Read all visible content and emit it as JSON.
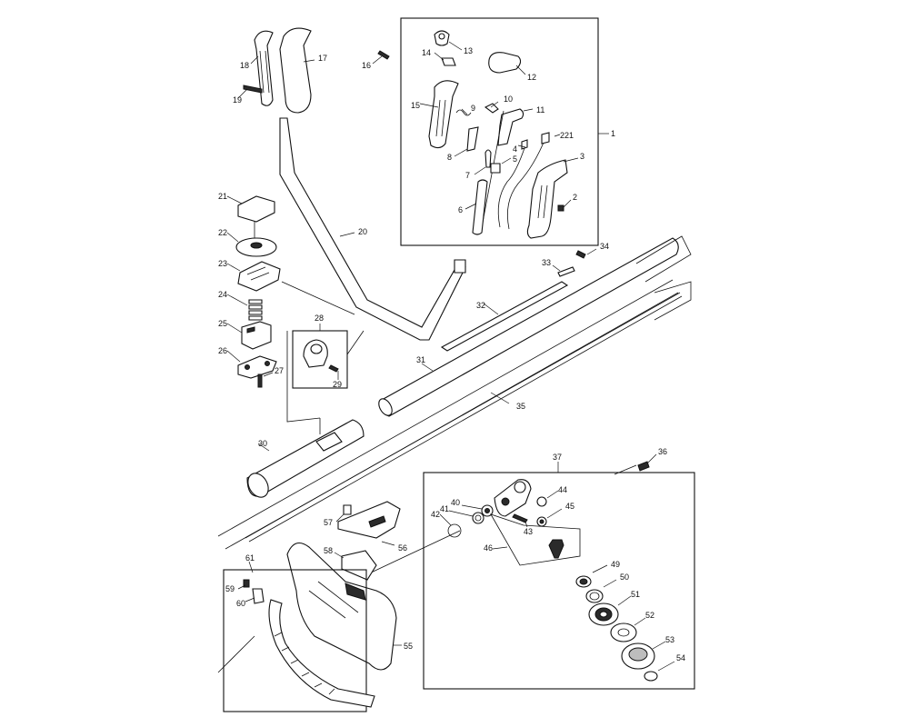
{
  "callouts": {
    "p1": "1",
    "p2": "2",
    "p3": "3",
    "p4": "4",
    "p5": "5",
    "p6": "6",
    "p7": "7",
    "p8": "8",
    "p9": "9",
    "p10": "10",
    "p11": "11",
    "p12": "12",
    "p13": "13",
    "p14": "14",
    "p15": "15",
    "p16": "16",
    "p17": "17",
    "p18": "18",
    "p19": "19",
    "p20": "20",
    "p21": "21",
    "p22": "22",
    "p23": "23",
    "p24": "24",
    "p25": "25",
    "p26": "26",
    "p27": "27",
    "p28": "28",
    "p29": "29",
    "p30": "30",
    "p31": "31",
    "p32": "32",
    "p33": "33",
    "p34": "34",
    "p35": "35",
    "p36": "36",
    "p37": "37",
    "p40": "40",
    "p41": "41",
    "p42": "42",
    "p43": "43",
    "p44": "44",
    "p45": "45",
    "p46": "46",
    "p49": "49",
    "p50": "50",
    "p51": "51",
    "p52": "52",
    "p53": "53",
    "p54": "54",
    "p55": "55",
    "p56": "56",
    "p57": "57",
    "p58": "58",
    "p59": "59",
    "p60": "60",
    "p61": "61",
    "p221": "221"
  }
}
